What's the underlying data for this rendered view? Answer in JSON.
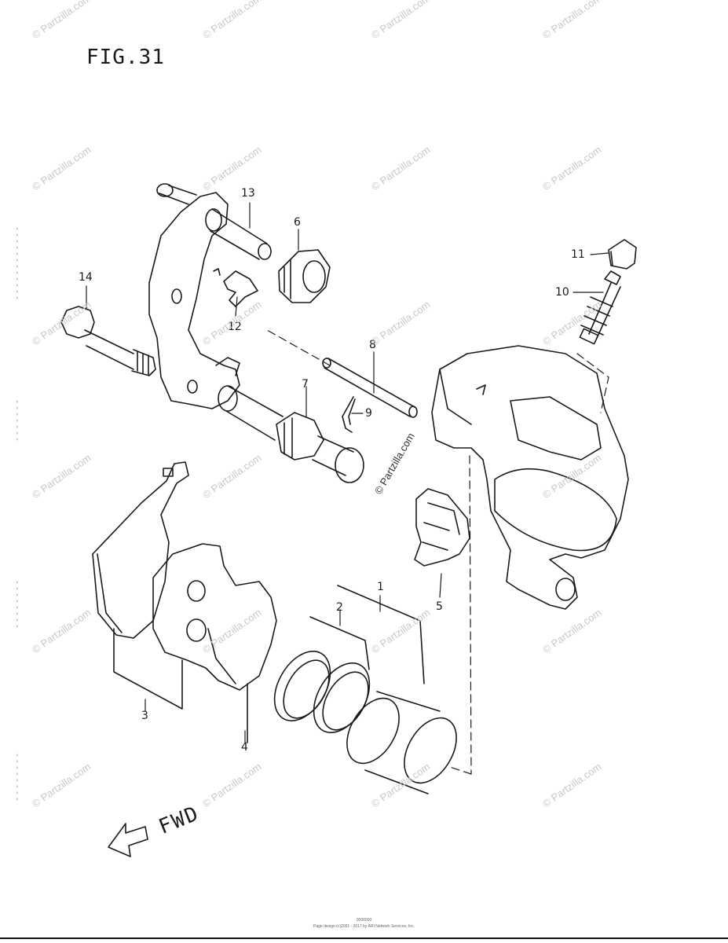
{
  "figure": {
    "title": "FIG.31"
  },
  "callouts": [
    {
      "id": "1",
      "text": "1"
    },
    {
      "id": "2",
      "text": "2"
    },
    {
      "id": "3",
      "text": "3"
    },
    {
      "id": "4",
      "text": "4"
    },
    {
      "id": "5",
      "text": "5"
    },
    {
      "id": "6",
      "text": "6"
    },
    {
      "id": "7",
      "text": "7"
    },
    {
      "id": "8",
      "text": "8"
    },
    {
      "id": "9",
      "text": "9"
    },
    {
      "id": "10",
      "text": "10"
    },
    {
      "id": "11",
      "text": "11"
    },
    {
      "id": "12",
      "text": "12"
    },
    {
      "id": "13",
      "text": "13"
    },
    {
      "id": "14",
      "text": "14"
    }
  ],
  "direction": {
    "label": "FWD"
  },
  "watermark": {
    "text": "© Partzilla.com"
  },
  "footer": {
    "line1": "0000000",
    "line2": "Page design (c)2001 - 2017 by ARI Network Services, Inc."
  },
  "colors": {
    "ink": "#1a1a1a",
    "watermark": "#c8c8c8",
    "background": "#ffffff"
  }
}
